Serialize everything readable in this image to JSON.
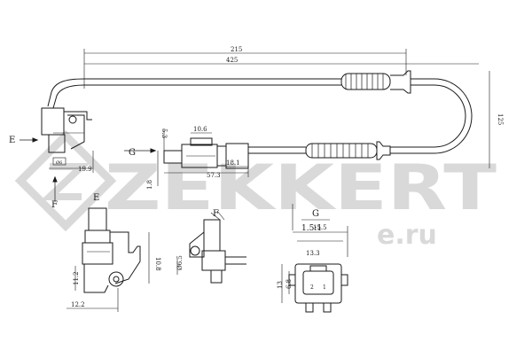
{
  "watermark": {
    "brand": "ZEKKERT",
    "url": "e.ru",
    "color": "#d9d9d9"
  },
  "drawing": {
    "line_color": "#1a1a1a",
    "dimensions": {
      "d_215": "215",
      "d_425": "425",
      "d_125": "125",
      "d_10_6": "10.6",
      "d_5_3": "5.3",
      "d_18_1": "18.1",
      "d_57_3": "57.3",
      "d_1_8": "1.8",
      "d_19_9": "19.9",
      "d_bracket": "Ø6",
      "d_10_8": "10.8",
      "d_11_2": "11.2",
      "d_12_2": "12.2",
      "d_phi_6_5": "Ø6.5",
      "d_15_5": "15.5",
      "d_13_3": "13.3",
      "d_13": "13",
      "d_6_8": "6.8"
    },
    "view_labels": {
      "e_arrow": "E",
      "g_arrow": "G",
      "f_arrow": "F",
      "e_view": "E",
      "f_view": "F",
      "g_view": "G"
    },
    "scale_g": "1.5:1",
    "pins": {
      "p2": "2",
      "p1": "1"
    }
  }
}
